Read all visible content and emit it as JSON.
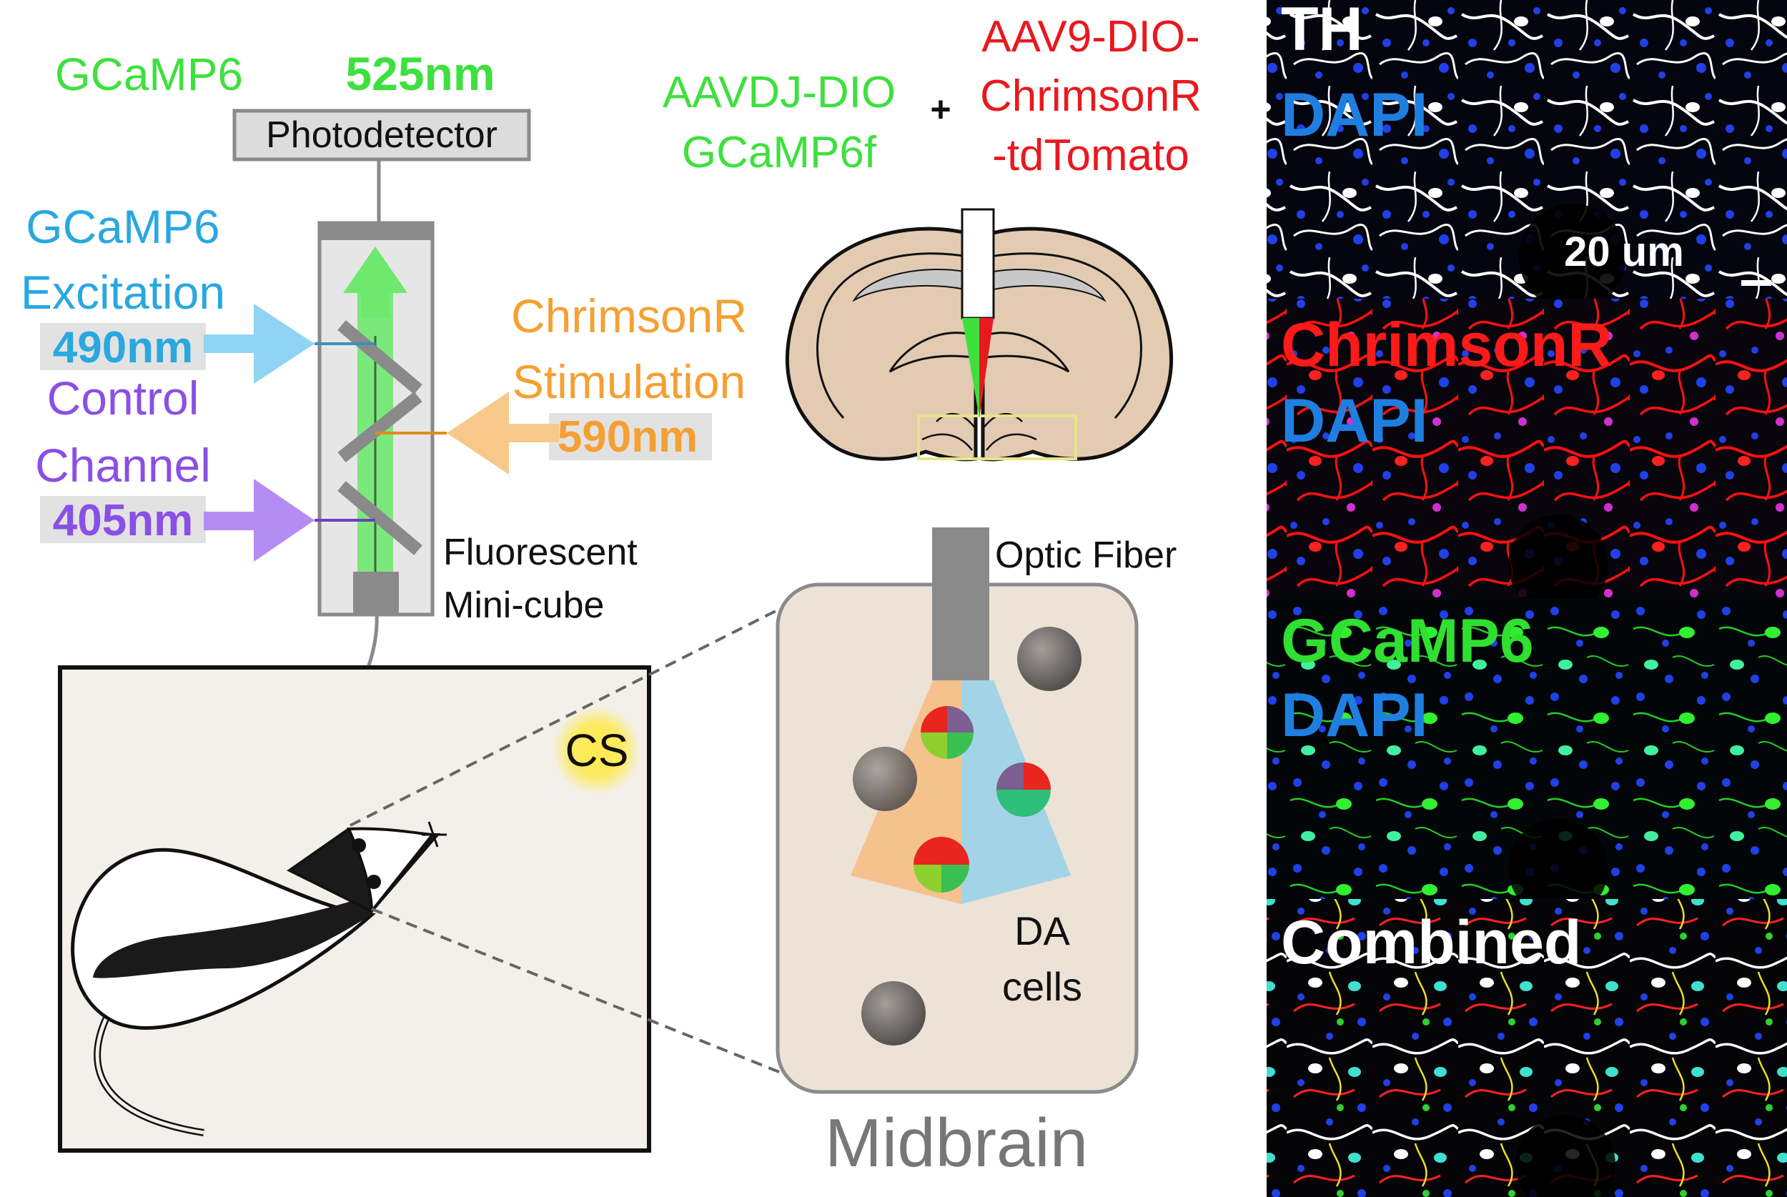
{
  "setup": {
    "detector_label": "GCaMP6",
    "detector_wavelength": "525nm",
    "photodetector": "Photodetector",
    "excitation_line1": "GCaMP6",
    "excitation_line2": "Excitation",
    "excitation_wavelength": "490nm",
    "control_line1": "Control",
    "control_line2": "Channel",
    "control_wavelength": "405nm",
    "stim_line1": "ChrimsonR",
    "stim_line2": "Stimulation",
    "stim_wavelength": "590nm",
    "cube_line1": "Fluorescent",
    "cube_line2": "Mini-cube"
  },
  "arena": {
    "cue": "CS"
  },
  "viruses": {
    "left_line1": "AAVDJ-DIO",
    "left_line2": "GCaMP6f",
    "plus": "+",
    "right_line1": "AAV9-DIO-",
    "right_line2": "ChrimsonR",
    "right_line3": "-tdTomato"
  },
  "midbrain": {
    "fiber": "Optic Fiber",
    "cells_line1": "DA",
    "cells_line2": "cells",
    "region": "Midbrain"
  },
  "micrographs": {
    "panel1_line1": "TH",
    "panel1_line2": "DAPI",
    "scale": "20 um",
    "panel2_line1": "ChrimsonR",
    "panel2_line2": "DAPI",
    "panel3_line1": "GCaMP6",
    "panel3_line2": "DAPI",
    "panel4_line1": "Combined"
  },
  "colors": {
    "green": "#3ee03e",
    "blue": "#29a8e0",
    "purple": "#8a4fe6",
    "orange": "#f5a033",
    "red": "#e8191e",
    "dapi": "#1f7fe0"
  }
}
